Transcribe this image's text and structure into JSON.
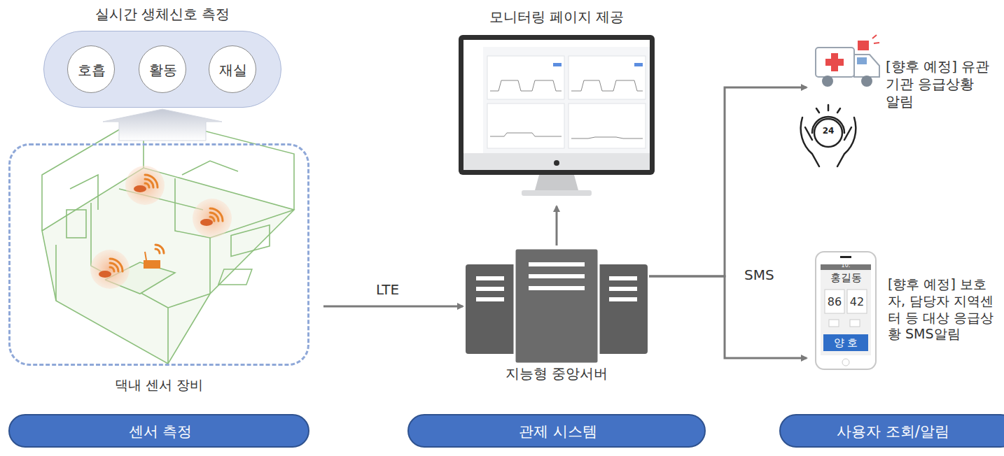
{
  "diagram": {
    "nodes": [
      {
        "text": [
          "실시간 생체신호 측정"
        ]
      },
      {
        "text": [
          "호흡"
        ],
        "in": 0
      },
      {
        "text": [
          "활동"
        ],
        "in": 0
      },
      {
        "text": [
          "재실"
        ],
        "in": 0
      },
      {
        "text": [
          "댁내 센서 장비"
        ]
      },
      {
        "text": [
          "모니터링 페이지 제공"
        ]
      },
      {
        "text": [
          "지능형 중앙서버"
        ]
      },
      {
        "text": [
          "[향후 예정] 유관기관 응급상황 알림"
        ]
      },
      {
        "text": [
          "10:",
          "홍길동",
          "86",
          "42",
          "양 호",
          "[향후 예정] 보호자, 담당자 지역센터 등 대상 응급상황 SMS알림"
        ]
      },
      {
        "text": [
          "센서 측정"
        ]
      },
      {
        "text": [
          "관제 시스템"
        ]
      },
      {
        "text": [
          "사용자 조회/알림"
        ]
      }
    ],
    "edges": [
      {
        "from": 4,
        "to": 0,
        "arrow": "to"
      },
      {
        "from": 4,
        "to": 6,
        "label": "LTE",
        "arrow": "to"
      },
      {
        "from": 6,
        "to": 5,
        "arrow": "to"
      },
      {
        "from": 6,
        "to": 7,
        "label": "SMS",
        "arrow": "to"
      },
      {
        "from": 6,
        "to": 8,
        "arrow": "to"
      }
    ],
    "labels": [
      "24"
    ]
  }
}
